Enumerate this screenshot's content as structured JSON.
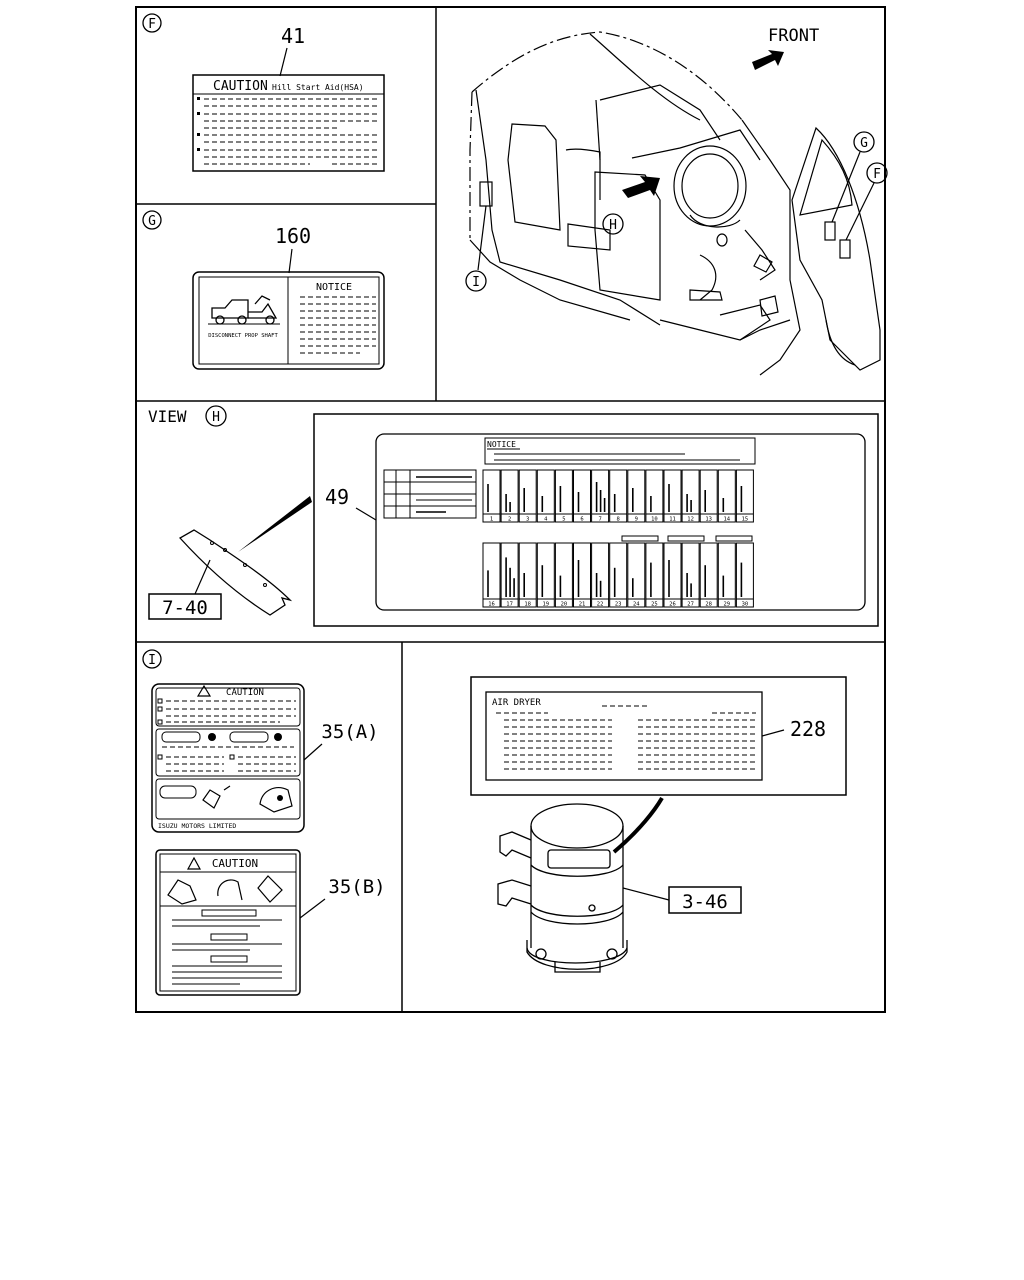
{
  "callouts": {
    "f": "F",
    "g": "G",
    "h": "H",
    "i": "I"
  },
  "panel_f": {
    "part_no": "41",
    "label_heading": "CAUTION",
    "label_sub": "Hill Start Aid(HSA)"
  },
  "panel_g": {
    "part_no": "160",
    "label_heading": "NOTICE",
    "pictogram_caption": "DISCONNECT PROP SHAFT"
  },
  "panel_overview": {
    "front_label": "FRONT"
  },
  "panel_h": {
    "view_label": "VIEW",
    "part_no": "49",
    "ref_part": "7-40",
    "label_heading": "NOTICE",
    "fuse_numbers_row1": [
      "1",
      "2",
      "3",
      "4",
      "5",
      "6",
      "7",
      "8",
      "9",
      "10",
      "11",
      "12",
      "13",
      "14",
      "15"
    ],
    "fuse_numbers_row2": [
      "16",
      "17",
      "18",
      "19",
      "20",
      "21",
      "22",
      "23",
      "24",
      "25",
      "26",
      "27",
      "28",
      "29",
      "30"
    ]
  },
  "panel_i": {
    "label_a_part": "35(A)",
    "label_a_heading": "CAUTION",
    "label_a_footer": "ISUZU MOTORS LIMITED",
    "label_b_part": "35(B)",
    "label_b_heading": "CAUTION"
  },
  "panel_dryer": {
    "part_no": "228",
    "label_heading": "AIR DRYER",
    "ref_part": "3-46"
  }
}
